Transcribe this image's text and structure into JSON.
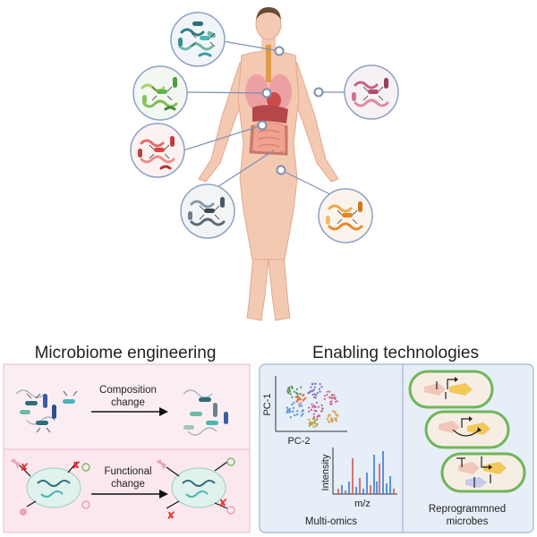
{
  "sections": {
    "left_title": "Microbiome engineering",
    "right_title": "Enabling technologies"
  },
  "left_panel": {
    "composition": {
      "line1": "Composition",
      "line2": "change"
    },
    "functional": {
      "line1": "Functional",
      "line2": "change"
    }
  },
  "right_panel": {
    "multiomics": {
      "pc1": "PC-1",
      "pc2": "PC-2",
      "intensity": "Intensity",
      "mz": "m/z",
      "caption": "Multi-omics"
    },
    "reprogrammed": {
      "line1": "Reprogrammned",
      "line2": "microbes"
    }
  },
  "colors": {
    "skin": "#f3c9b2",
    "skin_edge": "#e2a98d",
    "hair": "#6b4a33",
    "line": "#7d8fb5",
    "left_bg_top": "#fbeef3",
    "left_bg_bottom": "#fbe8ee",
    "left_border": "#e8b8c8",
    "right_bg": "#e6eef8",
    "right_border": "#9fb4d3",
    "capsule_fill": "#f6eee4",
    "capsule_border": "#71b55a"
  }
}
